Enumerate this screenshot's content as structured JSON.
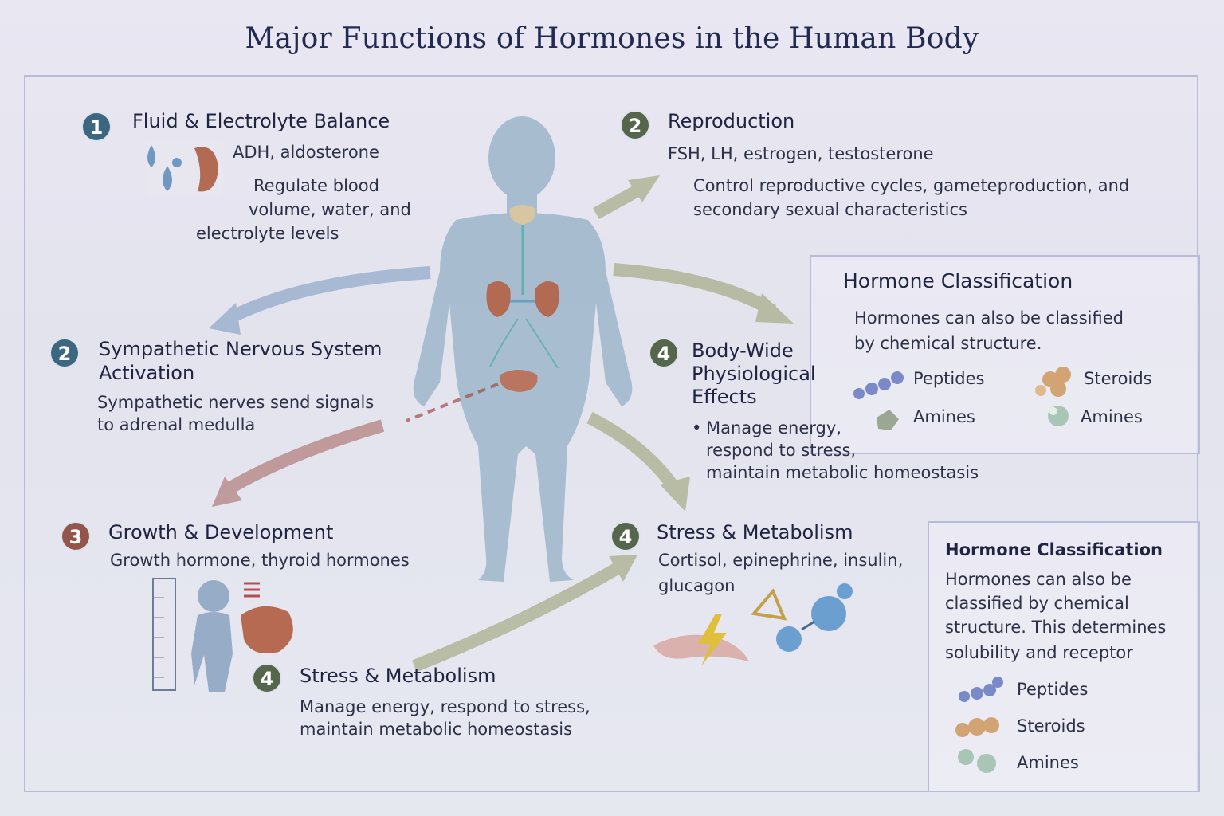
{
  "title": "Major Functions of Hormones in the Human Body",
  "sections": {
    "fluid": {
      "number": "1",
      "heading": "Fluid & Electrolyte Balance",
      "hormones": "ADH, aldosterone",
      "desc_lines": [
        "Regulate blood",
        "volume, water, and",
        "electrolyte levels"
      ]
    },
    "reproduction": {
      "number": "2",
      "heading": "Reproduction",
      "hormones": "FSH, LH, estrogen, testosterone",
      "desc_lines": [
        "Control reproductive cycles, gameteproduction, and",
        "secondary sexual characteristics"
      ]
    },
    "sympathetic": {
      "number": "2",
      "heading_lines": [
        "Sympathetic Nervous System",
        "Activation"
      ],
      "desc_lines": [
        "Sympathetic nerves send signals",
        "to adrenal medulla"
      ]
    },
    "bodywide": {
      "number": "4",
      "heading_lines": [
        "Body-Wide",
        "Physiological",
        "Effects"
      ],
      "bullet": "•",
      "desc_lines": [
        "Manage energy,",
        "respond to stress,",
        "maintain metabolic homeostasis"
      ]
    },
    "growth": {
      "number": "3",
      "heading": "Growth & Development",
      "hormones": "Growth hormone, thyroid hormones"
    },
    "stress_right": {
      "number": "4",
      "heading": "Stress & Metabolism",
      "hormones_lines": [
        "Cortisol, epinephrine, insulin,",
        "glucagon"
      ]
    },
    "stress_bottom": {
      "number": "4",
      "heading": "Stress & Metabolism",
      "desc_lines": [
        "Manage energy, respond to stress,",
        "maintain metabolic homeostasis"
      ]
    }
  },
  "classification_top": {
    "heading": "Hormone Classification",
    "desc_lines": [
      "Hormones can also be classified",
      "by chemical structure."
    ],
    "items": [
      "Peptides",
      "Steroids",
      "Amines",
      "Amines"
    ]
  },
  "classification_bottom": {
    "heading": "Hormone Classification",
    "desc_lines": [
      "Hormones can also be",
      "classified by chemical",
      "structure. This determines",
      "solubility and receptor"
    ],
    "items": [
      "Peptides",
      "Steroids",
      "Amines"
    ]
  },
  "colors": {
    "badge_teal": "#3d6680",
    "badge_green": "#56664c",
    "badge_red": "#93544a",
    "arrow_blue": "#8fa6c8",
    "arrow_green": "#a6ab86",
    "arrow_red": "#b27c78",
    "body": "#9db6c9"
  }
}
